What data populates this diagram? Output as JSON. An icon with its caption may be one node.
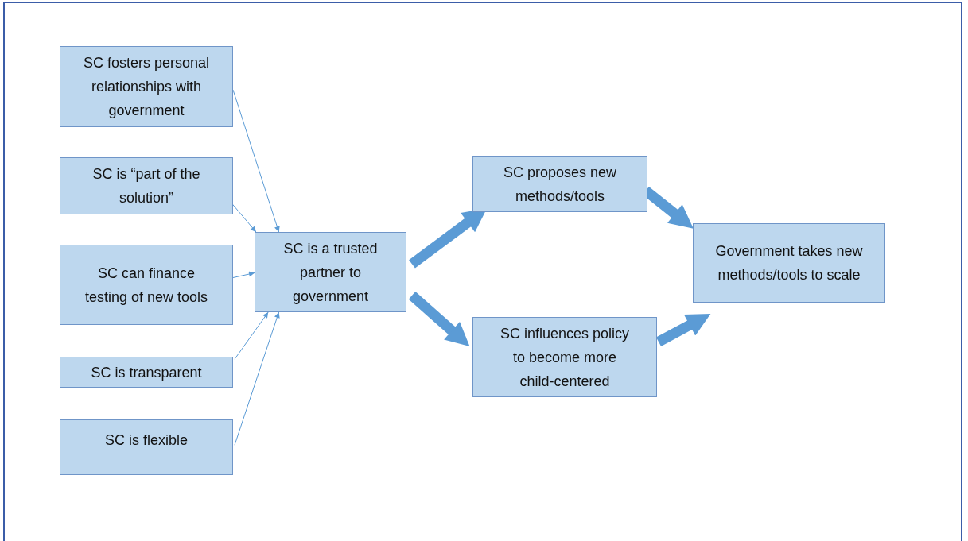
{
  "diagram": {
    "nodes": [
      {
        "text": [
          "SC fosters personal relationships with government"
        ]
      },
      {
        "text": [
          "SC is “part of the solution”"
        ]
      },
      {
        "text": [
          "SC can finance testing of new tools"
        ]
      },
      {
        "text": [
          "SC is transparent"
        ]
      },
      {
        "text": [
          "SC is flexible"
        ]
      },
      {
        "text": [
          "SC is a trusted partner to government"
        ]
      },
      {
        "text": [
          "SC proposes new methods/tools"
        ]
      },
      {
        "text": [
          "SC influences policy to become more child-centered"
        ]
      },
      {
        "text": [
          "Government takes new methods/tools to scale"
        ]
      }
    ],
    "edges": [
      {
        "from": 0,
        "to": 5,
        "arrow": "to"
      },
      {
        "from": 1,
        "to": 5,
        "arrow": "to"
      },
      {
        "from": 2,
        "to": 5,
        "arrow": "to"
      },
      {
        "from": 3,
        "to": 5,
        "arrow": "to"
      },
      {
        "from": 4,
        "to": 5,
        "arrow": "to"
      },
      {
        "from": 5,
        "to": 6,
        "arrow": "to",
        "style": "thick"
      },
      {
        "from": 5,
        "to": 7,
        "arrow": "to",
        "style": "thick"
      },
      {
        "from": 6,
        "to": 8,
        "arrow": "to",
        "style": "thick"
      },
      {
        "from": 7,
        "to": 8,
        "arrow": "to",
        "style": "thick"
      }
    ]
  }
}
